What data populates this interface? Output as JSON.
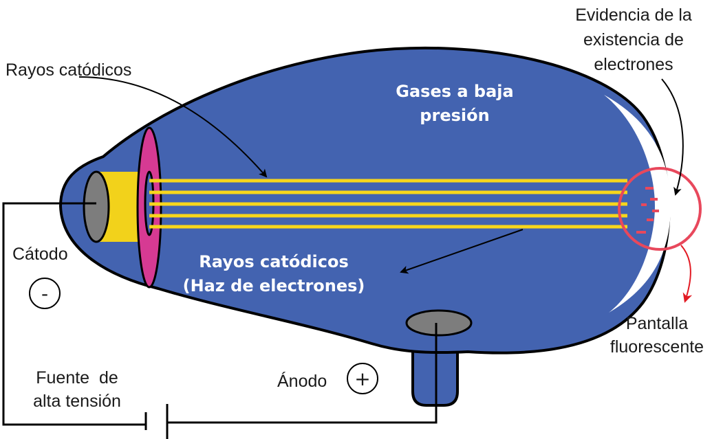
{
  "labels": {
    "rayos_catodicos": "Rayos catódicos",
    "gases_line1": "Gases a baja",
    "gases_line2": "presión",
    "evidencia_line1": "Evidencia de la",
    "evidencia_line2": "existencia de",
    "evidencia_line3": "electrones",
    "catodo": "Cátodo",
    "catodo_sign": "-",
    "haz_line1": "Rayos catódicos",
    "haz_line2": "(Haz de electrones)",
    "pantalla_line1": "Pantalla",
    "pantalla_line2": "fluorescente",
    "fuente_line1": "Fuente  de",
    "fuente_line2": "alta tensión",
    "anodo": "Ánodo",
    "anodo_sign": "+"
  },
  "colors": {
    "tube_fill": "#4363b0",
    "tube_outline": "#000000",
    "cathode_gray": "#7d7d7d",
    "cathode_yellow": "#f2d21b",
    "ring_magenta": "#d63a93",
    "beam_yellow": "#f7d61c",
    "highlight_circle": "#e8485c",
    "red_arrow": "#e21a23",
    "screen_white": "#ffffff"
  }
}
